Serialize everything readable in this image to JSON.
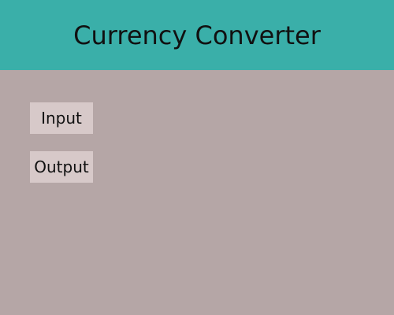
{
  "header": {
    "title": "Currency Converter"
  },
  "fields": {
    "input_label": "Input",
    "output_label": "Output"
  },
  "colors": {
    "header_bg": "#3aafa9",
    "body_bg": "#b5a6a6",
    "label_bg": "#d7c9c9",
    "text": "#111111"
  }
}
